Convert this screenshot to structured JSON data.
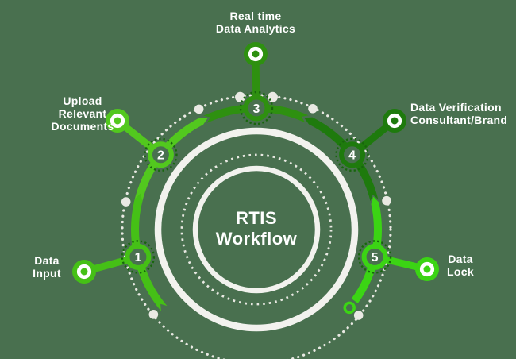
{
  "background_color": "#49704F",
  "center": {
    "title": "RTIS\nWorkflow"
  },
  "steps": [
    {
      "number": "1",
      "label": "Data\nInput",
      "color": "#45C016"
    },
    {
      "number": "2",
      "label": "Upload\nRelevant\nDocuments",
      "color": "#52C81E"
    },
    {
      "number": "3",
      "label": "Real time\nData Analytics",
      "color": "#2E9010"
    },
    {
      "number": "4",
      "label": "Data Verification\nConsultant/Brand",
      "color": "#1E7A0D"
    },
    {
      "number": "5",
      "label": "Data\nLock",
      "color": "#3BD414"
    }
  ],
  "accents": {
    "tick_color": "#17660C",
    "ring_white": "#F2F2EE",
    "dot_white": "#E9E9E3",
    "number_color": "#FFFFFF"
  }
}
